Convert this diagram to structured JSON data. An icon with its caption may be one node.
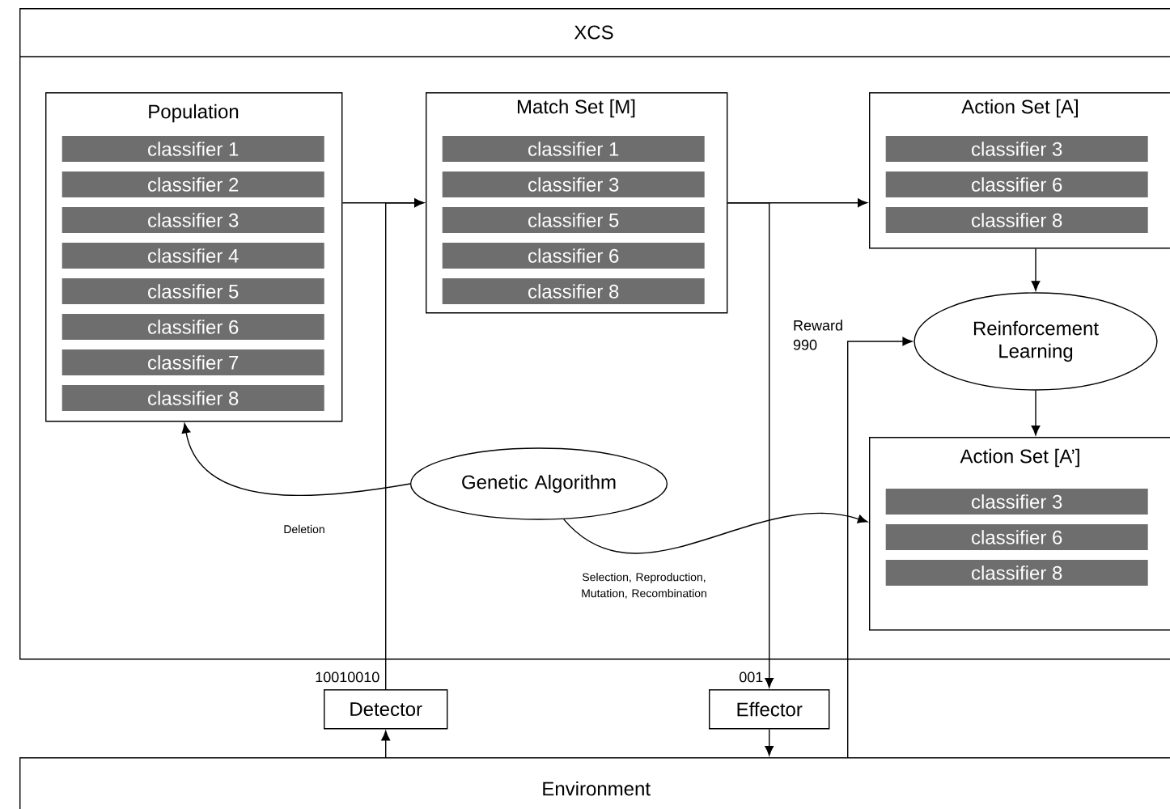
{
  "diagram": {
    "nodes": [
      {
        "text": [
          "XCS"
        ]
      },
      {
        "text": [
          "Population"
        ],
        "in": 0
      },
      {
        "text": [
          "classifier 1"
        ],
        "in": 1
      },
      {
        "text": [
          "classifier 2"
        ],
        "in": 1
      },
      {
        "text": [
          "classifier 3"
        ],
        "in": 1
      },
      {
        "text": [
          "classifier 4"
        ],
        "in": 1
      },
      {
        "text": [
          "classifier 5"
        ],
        "in": 1
      },
      {
        "text": [
          "classifier 6"
        ],
        "in": 1
      },
      {
        "text": [
          "classifier 7"
        ],
        "in": 1
      },
      {
        "text": [
          "classifier 8"
        ],
        "in": 1
      },
      {
        "text": [
          "Match Set [M]"
        ],
        "in": 0
      },
      {
        "text": [
          "classifier 1"
        ],
        "in": 10
      },
      {
        "text": [
          "classifier 3"
        ],
        "in": 10
      },
      {
        "text": [
          "classifier 5"
        ],
        "in": 10
      },
      {
        "text": [
          "classifier 6"
        ],
        "in": 10
      },
      {
        "text": [
          "classifier 8"
        ],
        "in": 10
      },
      {
        "text": [
          "Action Set [A]"
        ],
        "in": 0
      },
      {
        "text": [
          "classifier 3"
        ],
        "in": 16
      },
      {
        "text": [
          "classifier 6"
        ],
        "in": 16
      },
      {
        "text": [
          "classifier 8"
        ],
        "in": 16
      },
      {
        "text": [
          "Reinforcement Learning"
        ],
        "in": 0
      },
      {
        "text": [
          "Action Set [A’]"
        ],
        "in": 0
      },
      {
        "text": [
          "classifier 3"
        ],
        "in": 21
      },
      {
        "text": [
          "classifier 6"
        ],
        "in": 21
      },
      {
        "text": [
          "classifier 8"
        ],
        "in": 21
      },
      {
        "text": [
          "Genetic Algorithm"
        ],
        "in": 0
      },
      {
        "text": [
          "Detector"
        ],
        "beside": [
          "10010010"
        ]
      },
      {
        "text": [
          "Effector"
        ],
        "beside": [
          "001"
        ]
      },
      {
        "text": [
          "Environment"
        ]
      }
    ],
    "edges": [
      {
        "from": 1,
        "to": 10,
        "arrow": "to"
      },
      {
        "from": 26,
        "to": 10,
        "arrow": "to"
      },
      {
        "from": 28,
        "to": 26,
        "arrow": "to"
      },
      {
        "from": 10,
        "to": 16,
        "arrow": "to"
      },
      {
        "from": 10,
        "to": 27,
        "arrow": "to"
      },
      {
        "from": 27,
        "to": 28,
        "arrow": "to"
      },
      {
        "from": 16,
        "to": 20,
        "arrow": "to"
      },
      {
        "from": 20,
        "to": 21,
        "arrow": "to"
      },
      {
        "from": 28,
        "to": 20,
        "arrow": "to",
        "label": "Reward 990"
      },
      {
        "from": 25,
        "to": 1,
        "arrow": "to",
        "label": "Deletion"
      },
      {
        "from": 25,
        "to": 21,
        "arrow": "to",
        "label": "Selection, Reproduction, Mutation, Recombination"
      }
    ]
  }
}
